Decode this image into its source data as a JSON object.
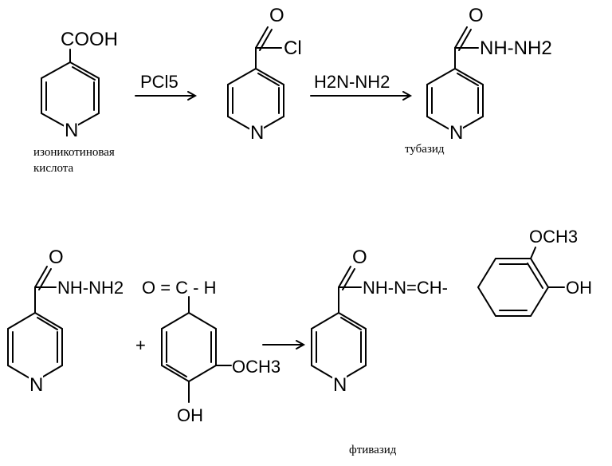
{
  "reaction1": {
    "acid_group": "COOH",
    "ring_n": "N",
    "acid_caption_line1": "изоникотиновая",
    "acid_caption_line2": "кислота",
    "reagent1": "PCl5",
    "acyl_o": "O",
    "acyl_cl": "Cl",
    "reagent2": "H2N-NH2",
    "product_o": "O",
    "product_group": "NH-NH2",
    "product_caption": "тубазид"
  },
  "reaction2": {
    "ring_n": "N",
    "hydrazide_o": "O",
    "hydrazide_group": "NH-NH2",
    "aldehyde_group": "O = C - H",
    "plus": "+",
    "vanillin_och3": "OCH3",
    "vanillin_oh": "OH",
    "product_o": "O",
    "product_chain": "NH-N=CH-",
    "product_och3": "OCH3",
    "product_oh": "OH",
    "product_caption": "фтивазид"
  }
}
